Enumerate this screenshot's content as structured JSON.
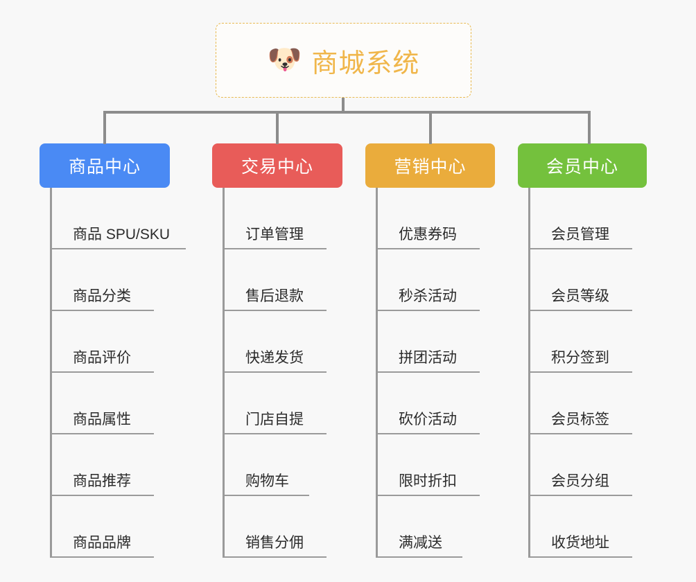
{
  "page": {
    "background_color": "#f8f8f8",
    "type": "mindmap"
  },
  "root": {
    "icon": "dog-face-icon",
    "emoji": "🐶",
    "title": "商城系统",
    "border_color": "#e8b94f",
    "text_color": "#f0b64a"
  },
  "branches": [
    {
      "title": "商品中心",
      "color": "#4a8af4",
      "items": [
        "商品 SPU/SKU",
        "商品分类",
        "商品评价",
        "商品属性",
        "商品推荐",
        "商品品牌"
      ]
    },
    {
      "title": "交易中心",
      "color": "#e85c59",
      "items": [
        "订单管理",
        "售后退款",
        "快递发货",
        "门店自提",
        "购物车",
        "销售分佣"
      ]
    },
    {
      "title": "营销中心",
      "color": "#eaac3c",
      "items": [
        "优惠券码",
        "秒杀活动",
        "拼团活动",
        "砍价活动",
        "限时折扣",
        "满减送"
      ]
    },
    {
      "title": "会员中心",
      "color": "#74c13d",
      "items": [
        "会员管理",
        "会员等级",
        "积分签到",
        "会员标签",
        "会员分组",
        "收货地址"
      ]
    }
  ],
  "layout": {
    "branch_x": [
      57,
      306,
      527,
      747
    ],
    "branch_w": [
      188,
      188,
      187,
      186
    ],
    "drop_x": [
      149,
      398,
      619,
      848
    ],
    "leaf_rule_w": [
      [
        196,
        150,
        150,
        150,
        150,
        150
      ],
      [
        150,
        150,
        150,
        150,
        125,
        150
      ],
      [
        150,
        150,
        150,
        150,
        150,
        125
      ],
      [
        150,
        150,
        150,
        150,
        150,
        150
      ]
    ]
  }
}
